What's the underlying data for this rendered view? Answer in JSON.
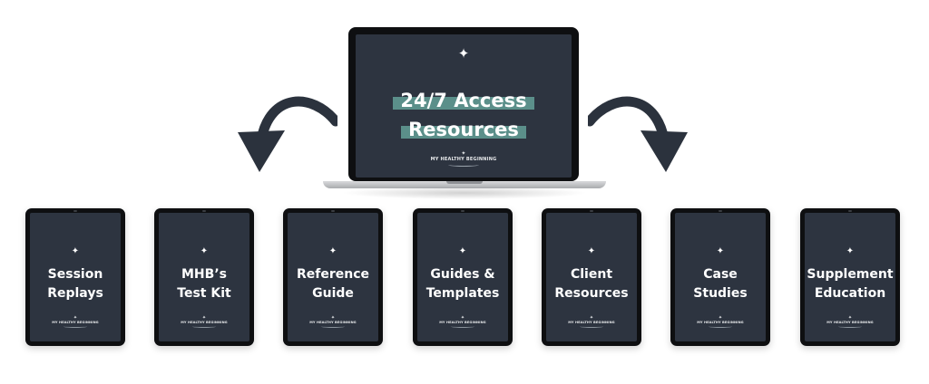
{
  "hero": {
    "line1": "24/7 Access",
    "line2": "Resources",
    "star_icon": "four-point-sparkle-icon",
    "brand": "MY HEALTHY BEGINNING"
  },
  "arrows": [
    {
      "icon": "curved-arrow-down-left-icon"
    },
    {
      "icon": "curved-arrow-down-right-icon"
    }
  ],
  "resources": [
    {
      "line1": "Session",
      "line2": "Replays",
      "brand": "MY HEALTHY BEGINNING"
    },
    {
      "line1": "MHB’s",
      "line2": "Test Kit",
      "brand": "MY HEALTHY BEGINNING"
    },
    {
      "line1": "Reference",
      "line2": "Guide",
      "brand": "MY HEALTHY BEGINNING"
    },
    {
      "line1": "Guides &",
      "line2": "Templates",
      "brand": "MY HEALTHY BEGINNING"
    },
    {
      "line1": "Client",
      "line2": "Resources",
      "brand": "MY HEALTHY BEGINNING"
    },
    {
      "line1": "Case",
      "line2": "Studies",
      "brand": "MY HEALTHY BEGINNING"
    },
    {
      "line1": "Supplement",
      "line2": "Education",
      "brand": "MY HEALTHY BEGINNING"
    }
  ],
  "colors": {
    "screen": "#2d3440",
    "bezel": "#0e0f11",
    "highlight": "#5b8f8a",
    "arrow": "#2b323d",
    "text": "#ffffff"
  }
}
